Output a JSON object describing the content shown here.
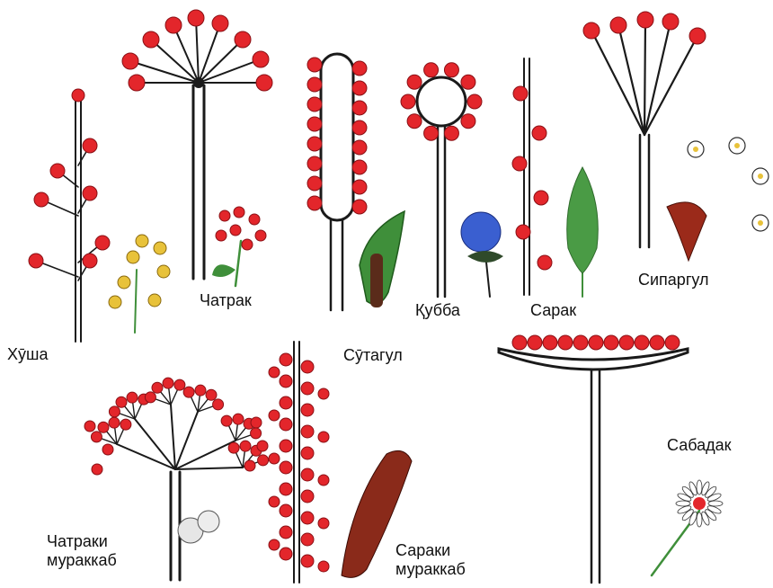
{
  "labels": {
    "khusha": "Хӯша",
    "chatrak": "Чатрак",
    "sutagul": "Сӯтагул",
    "kubba": "Қубба",
    "sarak": "Сарак",
    "sipargul": "Сипаргул",
    "sabadak": "Сабадак",
    "chatraki_murakkab": "Чатраки\nмураккаб",
    "saraki_murakkab": "Сараки\nмураккаб"
  },
  "colors": {
    "flower": "#e3262b",
    "flower_edge": "#8a1015",
    "stem": "#5c6470",
    "outline": "#1a1a1a",
    "yellow": "#e8c23a",
    "leaf": "#3f8f3a",
    "blue": "#3a5fd0",
    "cone": "#4a9b45"
  }
}
